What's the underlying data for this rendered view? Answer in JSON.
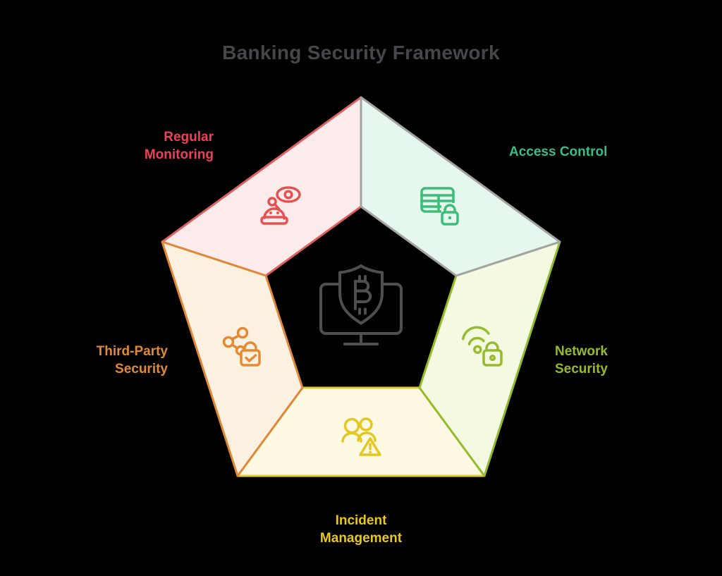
{
  "background": "#000000",
  "title": "Banking Security Framework",
  "title_color": "#47474b",
  "center_icon": {
    "name": "bitcoin-shield-monitor",
    "color": "#4f4f4f"
  },
  "sections": [
    {
      "id": "regular-monitoring",
      "label": "Regular\nMonitoring",
      "icon": "robot-eye-icon",
      "fill": "#fcebeb",
      "border": "#e06060",
      "text_color": "#ee4158",
      "icon_color": "#e45252"
    },
    {
      "id": "access-control",
      "label": "Access Control",
      "icon": "table-lock-icon",
      "fill": "#e6f8ed",
      "border": "#a3a3a3",
      "text_color": "#38bd87",
      "icon_color": "#3cbd7a"
    },
    {
      "id": "network-security",
      "label": "Network\nSecurity",
      "icon": "wifi-lock-icon",
      "fill": "#f4f9e2",
      "border": "#94bb2e",
      "text_color": "#97ba2c",
      "icon_color": "#96bb31"
    },
    {
      "id": "incident-management",
      "label": "Incident\nManagement",
      "icon": "people-warning-icon",
      "fill": "#fdf9e2",
      "border": "#e3ca2d",
      "text_color": "#e8c81e",
      "icon_color": "#e5c722"
    },
    {
      "id": "third-party-security",
      "label": "Third-Party\nSecurity",
      "icon": "share-lock-icon",
      "fill": "#fcf1e1",
      "border": "#e0883a",
      "text_color": "#e08a38",
      "icon_color": "#e28a35"
    }
  ]
}
